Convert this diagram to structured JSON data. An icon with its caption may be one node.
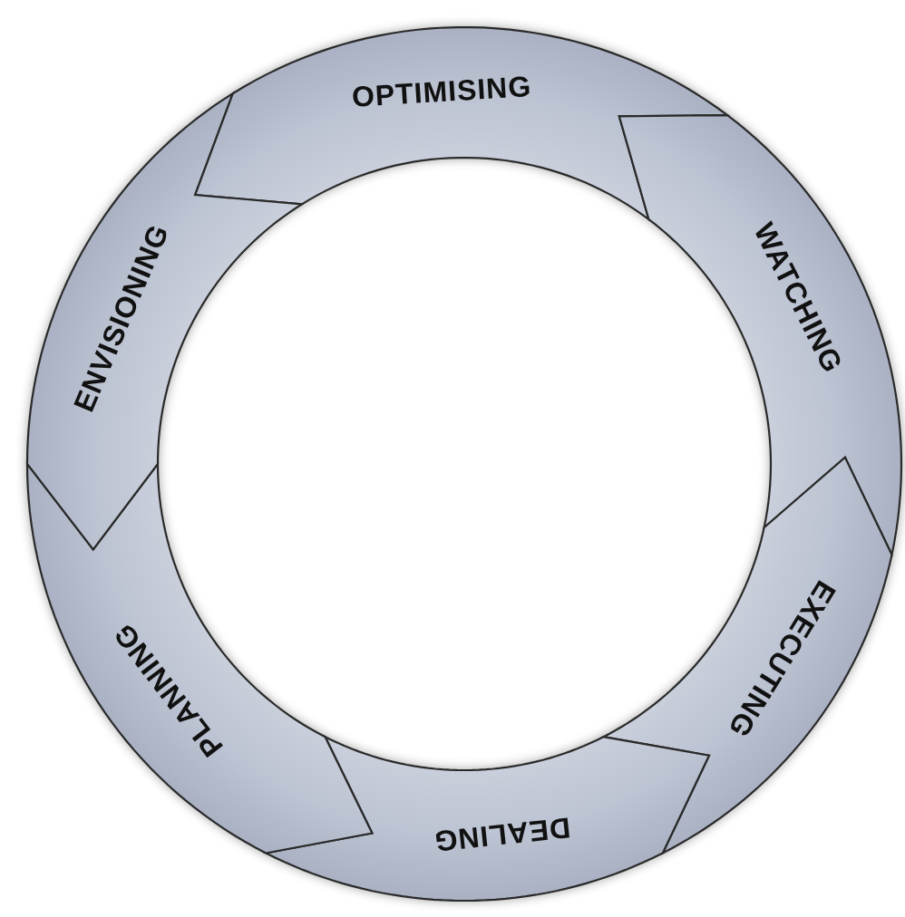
{
  "diagram": {
    "nodes": [
      {
        "text": [
          "OPTIMISING"
        ]
      },
      {
        "text": [
          "WATCHING"
        ]
      },
      {
        "text": [
          "EXECUTING"
        ]
      },
      {
        "text": [
          "DEALING"
        ]
      },
      {
        "text": [
          "PLANNING"
        ]
      },
      {
        "text": [
          "ENVISIONING"
        ]
      }
    ]
  }
}
